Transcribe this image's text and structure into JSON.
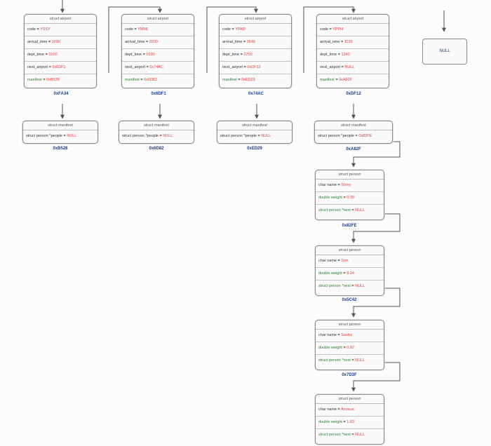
{
  "airports": [
    {
      "header": "struct airport",
      "code_label": "code",
      "code": "YSSY",
      "arrival_label": "arrival_time",
      "arrival": "0000",
      "dept_label": "dept_time",
      "dept": "0100",
      "next_label": "next_airport",
      "next": "0x6DF1",
      "manifest_label": "manifest",
      "manifest": "0xB528",
      "address": "0xFA34"
    },
    {
      "header": "struct airport",
      "code_label": "code",
      "code": "YMML",
      "arrival_label": "arrival_time",
      "arrival": "0200",
      "dept_label": "dept_time",
      "dept": "0230",
      "next_label": "next_airport",
      "next": "0x74AC",
      "manifest_label": "manifest",
      "manifest": "0x6D82",
      "address": "0x6DF1"
    },
    {
      "header": "struct airport",
      "code_label": "code",
      "code": "YPAD",
      "arrival_label": "arrival_time",
      "arrival": "0545",
      "dept_label": "dept_time",
      "dept": "0700",
      "next_label": "next_airport",
      "next": "0xDF12",
      "manifest_label": "manifest",
      "manifest": "0xED29",
      "address": "0x74AC"
    },
    {
      "header": "struct airport",
      "code_label": "code",
      "code": "YPPH",
      "arrival_label": "arrival_time",
      "arrival": "1135",
      "dept_label": "dept_time",
      "dept": "1340",
      "next_label": "next_airport",
      "next": "NULL",
      "manifest_label": "manifest",
      "manifest": "0xA82F",
      "address": "0xDF12"
    }
  ],
  "manifests": [
    {
      "header": "struct manifest",
      "label": "struct person *people",
      "value": "NULL",
      "address": "0xB528"
    },
    {
      "header": "struct manifest",
      "label": "struct person *people",
      "value": "NULL",
      "address": "0x6D82"
    },
    {
      "header": "struct manifest",
      "label": "struct person *people",
      "value": "NULL",
      "address": "0xED29"
    },
    {
      "header": "struct manifest",
      "label": "struct person *people",
      "value": "0x82FE",
      "address": "0xA82F"
    }
  ],
  "persons": [
    {
      "header": "struct person",
      "name_label": "char name",
      "name": "Shrey",
      "weight_label": "double weight",
      "weight": "0.78",
      "next_label": "struct person *next",
      "next": "NULL",
      "address": "0x82FE"
    },
    {
      "header": "struct person",
      "name_label": "char name",
      "name": "Tom",
      "weight_label": "double weight",
      "weight": "8.24",
      "next_label": "struct person *next",
      "next": "NULL",
      "address": "0x5C42"
    },
    {
      "header": "struct person",
      "name_label": "char name",
      "name": "Sasha",
      "weight_label": "double weight",
      "weight": "0.92",
      "next_label": "struct person *next",
      "next": "NULL",
      "address": "0x7D3F"
    },
    {
      "header": "struct person",
      "name_label": "char name",
      "name": "Anosua",
      "weight_label": "double weight",
      "weight": "1.03",
      "next_label": "struct person *next",
      "next": "NULL",
      "address": ""
    }
  ],
  "null_box": "NULL",
  "colors": {
    "value": "#e53935",
    "address": "#1a3c8a",
    "border": "#8a8a8a",
    "wire": "#555555"
  }
}
